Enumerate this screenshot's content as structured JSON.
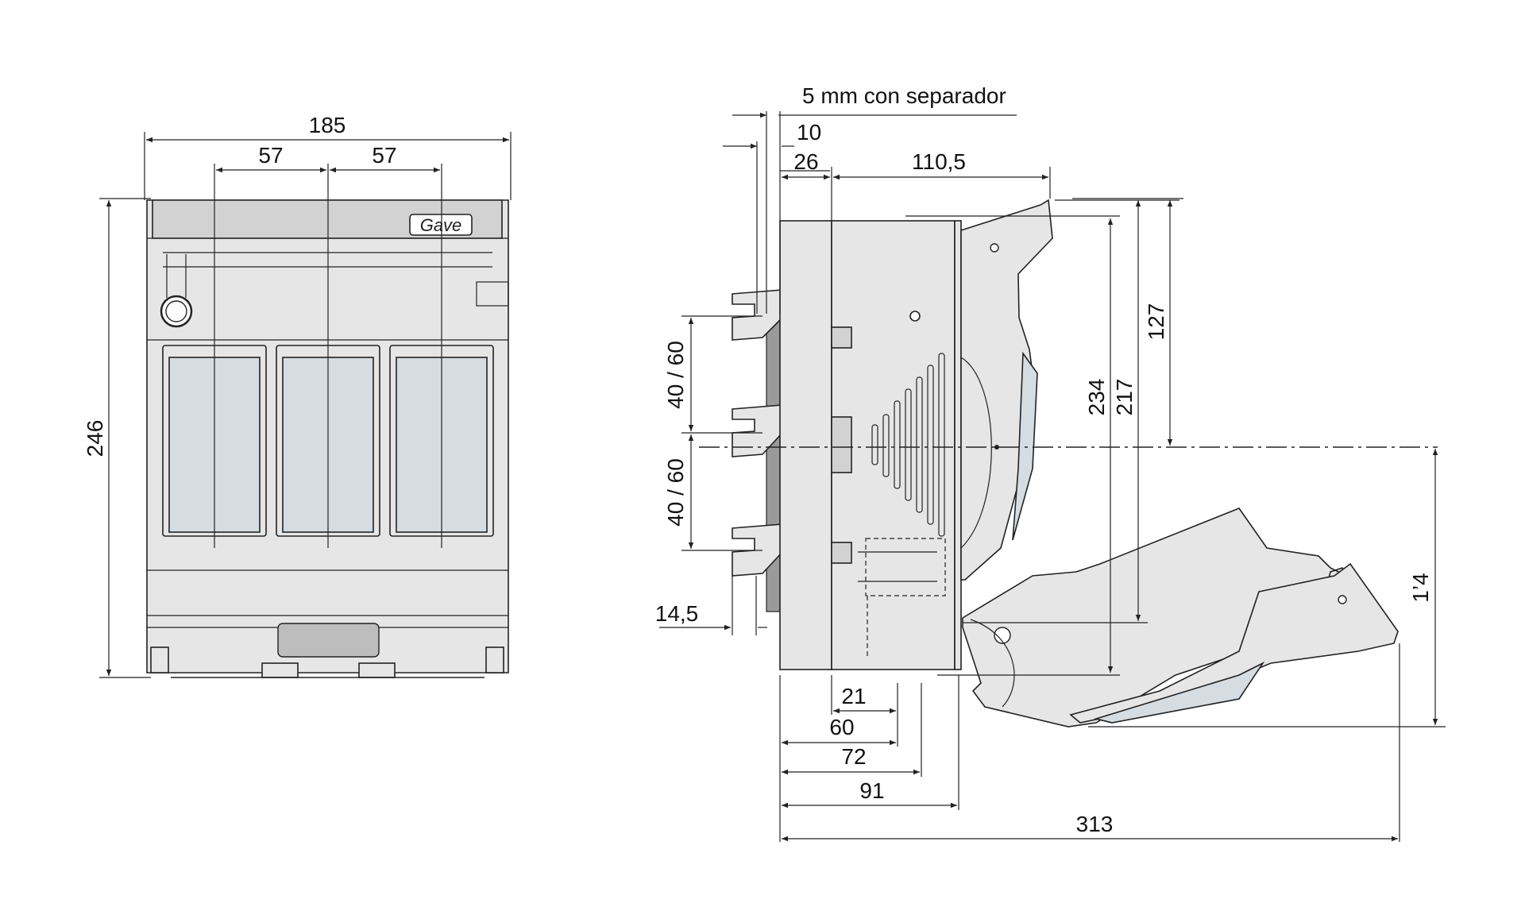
{
  "front_view": {
    "width": "185",
    "pole_spacing_left": "57",
    "pole_spacing_right": "57",
    "height": "246",
    "logo": "Gave"
  },
  "side_view": {
    "separator_note": "5 mm con separador",
    "dim_10": "10",
    "dim_26": "26",
    "dim_110_5": "110,5",
    "dim_127": "127",
    "dim_217": "217",
    "dim_234": "234",
    "dim_144": "1’4",
    "dim_40_60_top": "40 / 60",
    "dim_40_60_bottom": "40 / 60",
    "dim_14_5": "14,5",
    "dim_21": "21",
    "dim_60": "60",
    "dim_72": "72",
    "dim_91": "91",
    "dim_313": "313"
  },
  "colors": {
    "housing": "#e6e6e6",
    "window": "#d6dde2",
    "line": "#222222"
  }
}
